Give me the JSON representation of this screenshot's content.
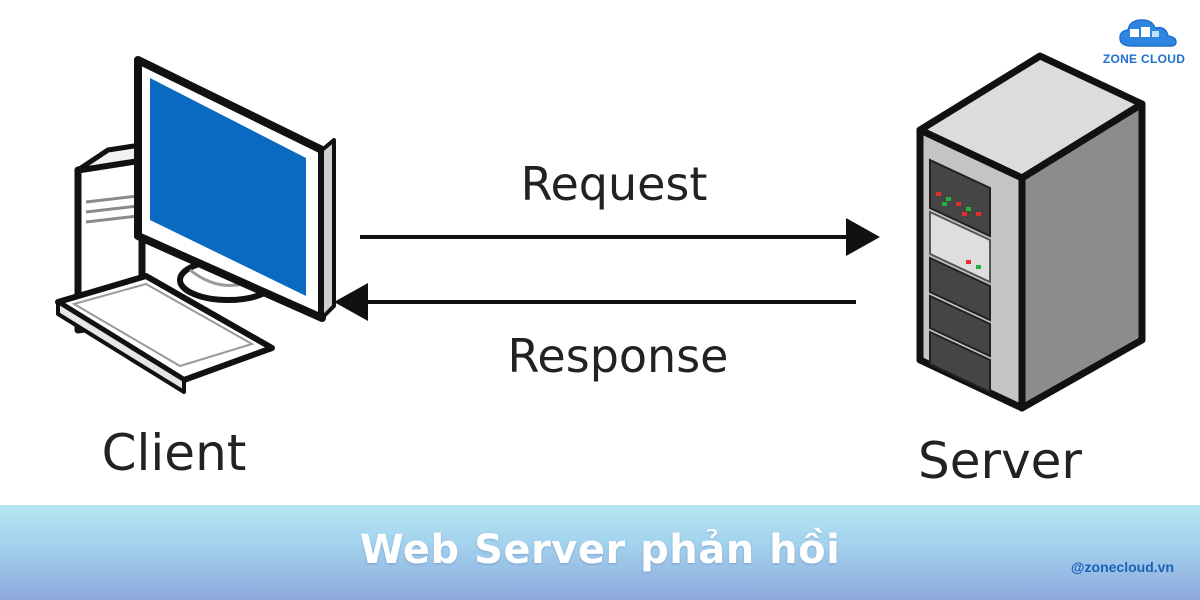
{
  "diagram": {
    "client_label": "Client",
    "server_label": "Server",
    "request_label": "Request",
    "response_label": "Response"
  },
  "banner": {
    "title": "Web Server phản hồi",
    "handle": "@zonecloud.vn"
  },
  "brand": {
    "logo_text": "ZONE CLOUD"
  },
  "colors": {
    "screen_blue": "#0a6ac2",
    "brand_blue": "#1e6fcf",
    "banner_top": "#b5e7ef",
    "banner_bottom": "#8ea9dd"
  },
  "icons": [
    "computer-icon",
    "server-tower-icon",
    "cloud-logo-icon"
  ]
}
